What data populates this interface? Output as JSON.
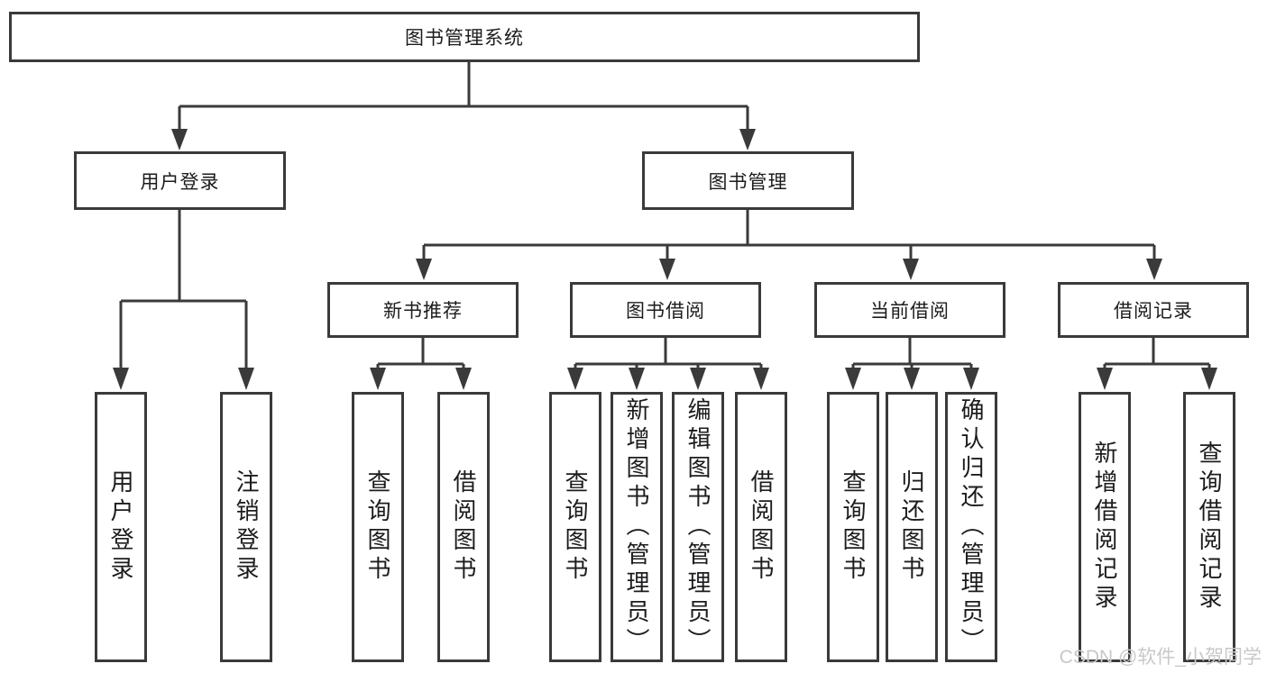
{
  "diagram": {
    "root": {
      "label": "图书管理系统"
    },
    "branches": [
      {
        "label": "用户登录",
        "children": [
          "用户登录",
          "注销登录"
        ]
      },
      {
        "label": "图书管理",
        "children": [
          {
            "label": "新书推荐",
            "children": [
              "查询图书",
              "借阅图书"
            ]
          },
          {
            "label": "图书借阅",
            "children": [
              "查询图书",
              "新增图书（管理员）",
              "编辑图书（管理员）",
              "借阅图书"
            ]
          },
          {
            "label": "当前借阅",
            "children": [
              "查询图书",
              "归还图书",
              "确认归还（管理员）"
            ]
          },
          {
            "label": "借阅记录",
            "children": [
              "新增借阅记录",
              "查询借阅记录"
            ]
          }
        ]
      }
    ],
    "watermark": "CSDN @软件_小贺同学",
    "colors": {
      "line": "#3a3a3a",
      "text": "#1c1c1e",
      "watermark": "#c8c8c8",
      "background": "#ffffff"
    }
  }
}
